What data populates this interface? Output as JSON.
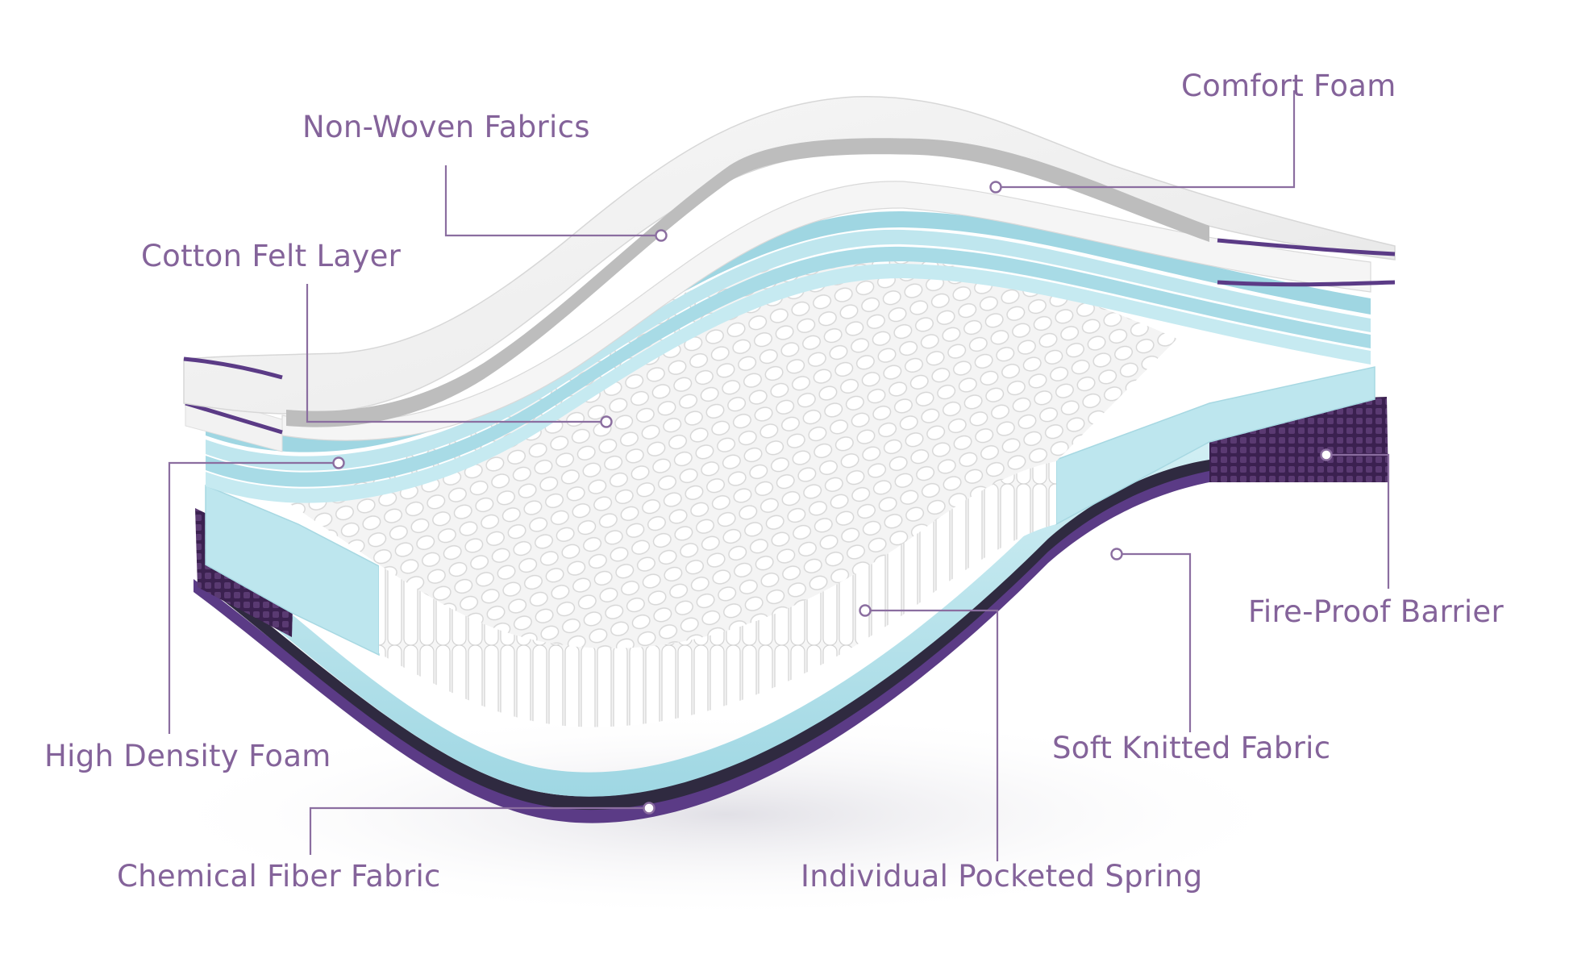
{
  "labels": {
    "comfort_foam": "Comfort Foam",
    "non_woven_fabrics": "Non-Woven Fabrics",
    "cotton_felt_layer": "Cotton Felt Layer",
    "high_density_foam": "High Density Foam",
    "chemical_fiber_fabric": "Chemical Fiber Fabric",
    "individual_pocketed_spring": "Individual Pocketed Spring",
    "soft_knitted_fabric": "Soft Knitted Fabric",
    "fire_proof_barrier": "Fire-Proof Barrier"
  },
  "colors": {
    "label_text": "#84639a",
    "leader_line": "#8b6ea0",
    "purple_trim": "#5b3b86",
    "knit_purple": "#3b2150",
    "foam_blue": "#aee0ea",
    "spring_white": "#f7f7f7",
    "quilt_gray": "#ececec"
  }
}
